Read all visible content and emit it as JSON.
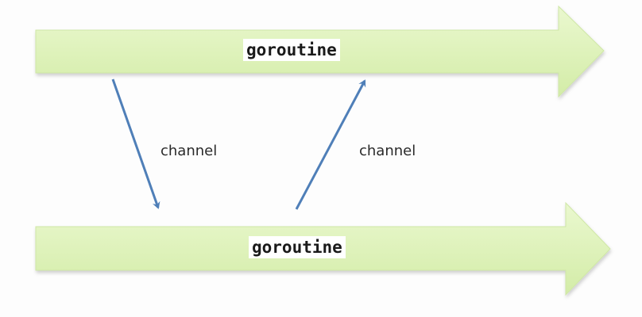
{
  "diagram": {
    "top_lane": {
      "label": "goroutine"
    },
    "bottom_lane": {
      "label": "goroutine"
    },
    "arrows": [
      {
        "label": "channel",
        "direction": "top-to-bottom"
      },
      {
        "label": "channel",
        "direction": "bottom-to-top"
      }
    ]
  },
  "colors": {
    "lane_fill": "#dff2bd",
    "lane_edge": "#c9e59b",
    "channel_arrow": "#4f7fb8"
  }
}
